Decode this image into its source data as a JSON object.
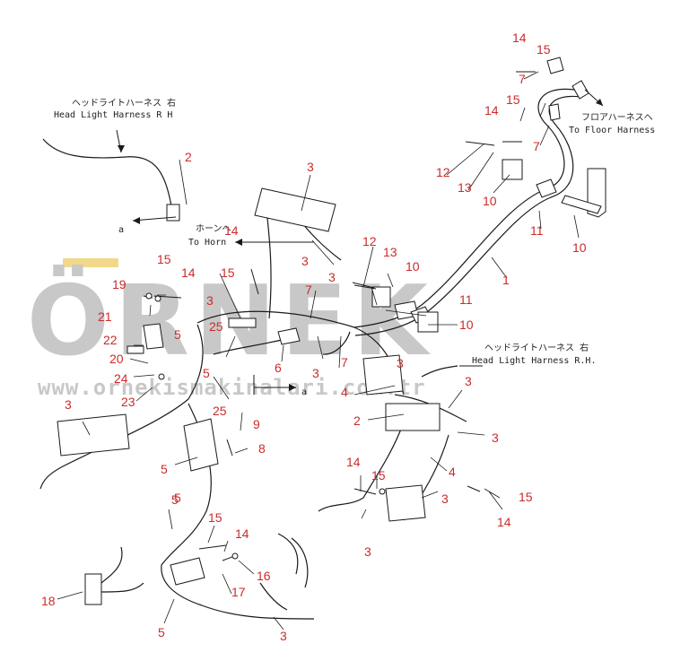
{
  "watermark": {
    "brand": "ÖRNEK",
    "url": "www.ornekismakinalari.com.tr"
  },
  "captions": {
    "headlight_rh_top_jp": "ヘッドライトハーネス 右",
    "headlight_rh_top_en": "Head Light Harness R H",
    "horn_jp": "ホーンへ",
    "horn_en": "To Horn",
    "floor_jp": "フロアハーネスへ",
    "floor_en": "To Floor Harness",
    "headlight_rh_mid_jp": "ヘッドライトハーネス 右",
    "headlight_rh_mid_en": "Head Light Harness R.H.",
    "view_a_left": "a",
    "view_a_mid": "a"
  },
  "part_numbers": [
    "14",
    "15",
    "7",
    "15",
    "14",
    "7",
    "12",
    "13",
    "10",
    "11",
    "10",
    "1",
    "3",
    "3",
    "12",
    "13",
    "10",
    "11",
    "10",
    "2",
    "14",
    "15",
    "19",
    "15",
    "14",
    "3",
    "7",
    "3",
    "21",
    "25",
    "22",
    "5",
    "20",
    "5",
    "6",
    "3",
    "7",
    "24",
    "23",
    "3",
    "4",
    "3",
    "2",
    "25",
    "9",
    "8",
    "3",
    "4",
    "3",
    "5",
    "5",
    "14",
    "15",
    "3",
    "15",
    "14",
    "3",
    "5",
    "15",
    "14",
    "16",
    "17",
    "18",
    "5",
    "3"
  ]
}
